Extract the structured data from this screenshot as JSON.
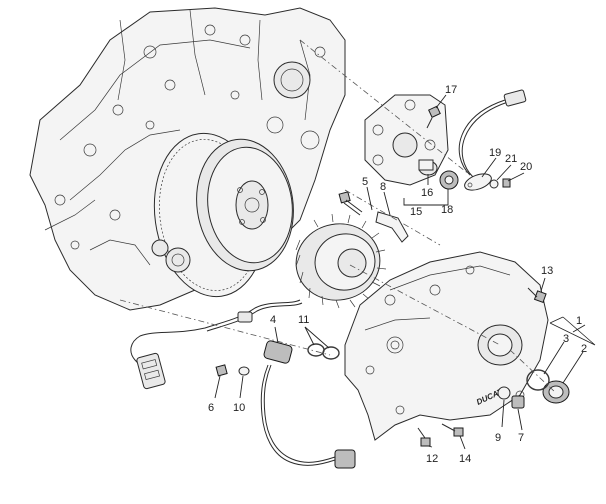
{
  "callouts": [
    {
      "id": "c1",
      "label": "1"
    },
    {
      "id": "c2",
      "label": "2"
    },
    {
      "id": "c3",
      "label": "3"
    },
    {
      "id": "c4",
      "label": "4"
    },
    {
      "id": "c5",
      "label": "5"
    },
    {
      "id": "c6",
      "label": "6"
    },
    {
      "id": "c7",
      "label": "7"
    },
    {
      "id": "c8",
      "label": "8"
    },
    {
      "id": "c9",
      "label": "9"
    },
    {
      "id": "c10",
      "label": "10"
    },
    {
      "id": "c11",
      "label": "11"
    },
    {
      "id": "c12",
      "label": "12"
    },
    {
      "id": "c13",
      "label": "13"
    },
    {
      "id": "c14",
      "label": "14"
    },
    {
      "id": "c15",
      "label": "15"
    },
    {
      "id": "c16",
      "label": "16"
    },
    {
      "id": "c17",
      "label": "17"
    },
    {
      "id": "c18",
      "label": "18"
    },
    {
      "id": "c19",
      "label": "19"
    },
    {
      "id": "c20",
      "label": "20"
    },
    {
      "id": "c21",
      "label": "21"
    }
  ],
  "cover_brand": "DUCATI",
  "colors": {
    "line": "#2b2b2b",
    "fill": "#f4f4f4",
    "background": "#ffffff"
  }
}
